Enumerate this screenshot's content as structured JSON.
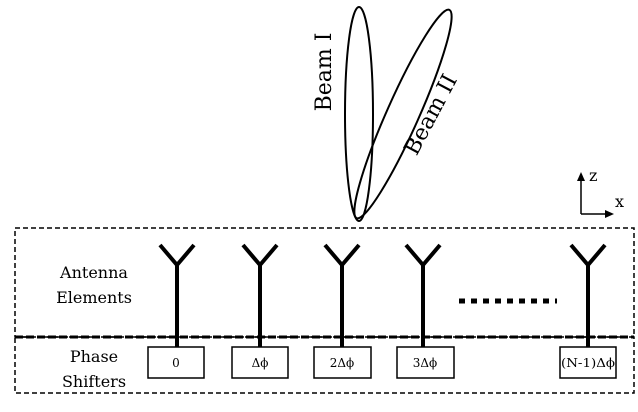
{
  "beams": [
    {
      "label": "Beam I"
    },
    {
      "label": "Beam II"
    }
  ],
  "axes": {
    "z_label": "z",
    "x_label": "x"
  },
  "regions": {
    "antenna_label_line1": "Antenna",
    "antenna_label_line2": "Elements",
    "phase_label_line1": "Phase",
    "phase_label_line2": "Shifters"
  },
  "shifters": [
    "0",
    "Δϕ",
    "2Δϕ",
    "3Δϕ",
    "(N-1)Δϕ"
  ],
  "ellipsis": "........"
}
